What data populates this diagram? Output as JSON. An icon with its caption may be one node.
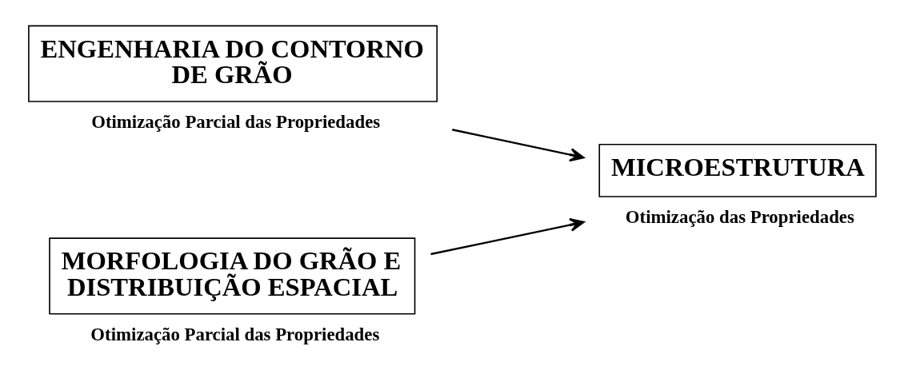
{
  "diagram": {
    "nodes": [
      {
        "text": [
          "ENGENHARIA DO CONTORNO DE GRÃO"
        ],
        "beside": [
          "Otimização Parcial das Propriedades"
        ]
      },
      {
        "text": [
          "MORFOLOGIA DO GRÃO E DISTRIBUIÇÃO ESPACIAL"
        ],
        "beside": [
          "Otimização Parcial das Propriedades"
        ]
      },
      {
        "text": [
          "MICROESTRUTURA"
        ],
        "beside": [
          "Otimização das Propriedades"
        ]
      }
    ],
    "edges": [
      {
        "from": 0,
        "to": 2,
        "arrow": "to"
      },
      {
        "from": 1,
        "to": 2,
        "arrow": "to"
      }
    ]
  }
}
